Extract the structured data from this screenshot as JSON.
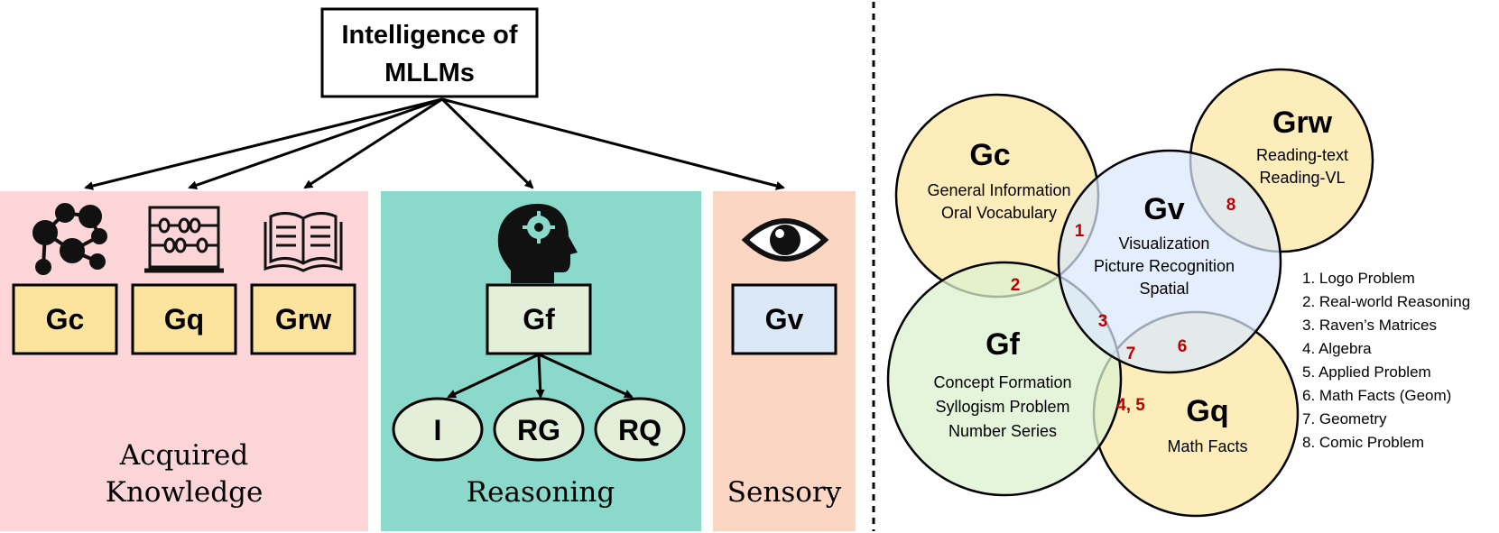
{
  "left_tree": {
    "root_label_line1": "Intelligence of",
    "root_label_line2": "MLLMs",
    "groups": {
      "acquired": {
        "title_line1": "Acquired",
        "title_line2": "Knowledge",
        "color": "#fbd5d8",
        "items": [
          {
            "label": "Gc",
            "icon": "network-icon"
          },
          {
            "label": "Gq",
            "icon": "abacus-icon"
          },
          {
            "label": "Grw",
            "icon": "book-icon"
          }
        ]
      },
      "reasoning": {
        "title": "Reasoning",
        "color": "#8ad9cb",
        "main_label": "Gf",
        "icon": "head-gear-icon",
        "children": [
          "I",
          "RG",
          "RQ"
        ]
      },
      "sensory": {
        "title": "Sensory",
        "color": "#fbd6c3",
        "main_label": "Gv",
        "icon": "eye-icon"
      }
    },
    "colors": {
      "yellow_box": "#fde49e",
      "gf_box": "#e3efd9",
      "gv_box": "#dbe9f7"
    }
  },
  "venn": {
    "circles": [
      {
        "id": "gc",
        "title": "Gc",
        "lines": [
          "General Information",
          "Oral Vocabulary"
        ],
        "color": "#fdedba"
      },
      {
        "id": "grw",
        "title": "Grw",
        "lines": [
          "Reading-text",
          "Reading-VL"
        ],
        "color": "#fdedba"
      },
      {
        "id": "gv",
        "title": "Gv",
        "lines": [
          "Visualization",
          "Picture Recognition",
          "Spatial"
        ],
        "color": "#d9e8fc"
      },
      {
        "id": "gf",
        "title": "Gf",
        "lines": [
          "Concept Formation",
          "Syllogism Problem",
          "Number Series"
        ],
        "color": "#dcf2d0"
      },
      {
        "id": "gq",
        "title": "Gq",
        "lines": [
          "Math Facts"
        ],
        "color": "#fdedba"
      }
    ],
    "overlap_labels": [
      "1",
      "2",
      "3",
      "4, 5",
      "6",
      "7",
      "8"
    ],
    "overlap_color": "#c00000",
    "legend": [
      "1. Logo Problem",
      "2. Real-world Reasoning",
      "3. Raven’s Matrices",
      "4. Algebra",
      "5. Applied Problem",
      "6. Math Facts (Geom)",
      "7. Geometry",
      "8. Comic Problem"
    ]
  }
}
